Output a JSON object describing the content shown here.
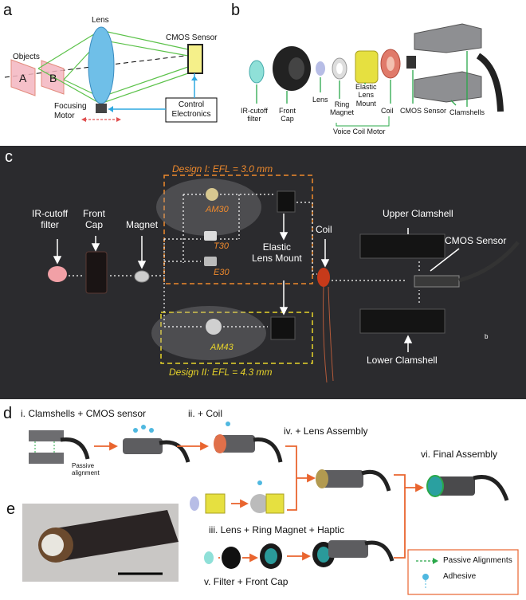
{
  "panels": {
    "a": "a",
    "b": "b",
    "c": "c",
    "d": "d",
    "e": "e"
  },
  "panel_a": {
    "objects": "Objects",
    "obj_a": "A",
    "obj_b": "B",
    "lens": "Lens",
    "sensor": "CMOS Sensor",
    "motor": "Focusing\nMotor",
    "control": "Control\nElectronics"
  },
  "panel_b": {
    "ir_filter": "IR-cutoff\nfilter",
    "front_cap": "Front\nCap",
    "lens": "Lens",
    "ring_magnet": "Ring\nMagnet",
    "elastic_mount": "Elastic\nLens\nMount",
    "coil": "Coil",
    "cmos": "CMOS Sensor",
    "clamshells": "Clamshells",
    "voice_coil_motor": "Voice Coil Motor"
  },
  "panel_c": {
    "ir_filter": "IR-cutoff\nfilter",
    "front_cap": "Front\nCap",
    "magnet": "Magnet",
    "design1": "Design I: EFL = 3.0 mm",
    "design2": "Design II: EFL = 4.3 mm",
    "am30": "AM30",
    "t30": "T30",
    "e30": "E30",
    "am43": "AM43",
    "elastic": "Elastic\nLens Mount",
    "coil": "Coil",
    "upper": "Upper Clamshell",
    "cmos": "CMOS Sensor",
    "lower": "Lower Clamshell",
    "b_mark": "b",
    "colors": {
      "design1": "#f08a2c",
      "design2": "#e8d42a",
      "photo_bg": "#2b2b2e"
    }
  },
  "panel_d": {
    "step1": "i. Clamshells + CMOS sensor",
    "step2": "ii. + Coil",
    "step3": "iii. Lens + Ring Magnet + Haptic",
    "step4": "iv. + Lens Assembly",
    "step5": "v. Filter + Front Cap",
    "step6": "vi. Final Assembly",
    "passive": "Passive\nalignment",
    "legend_passive": "Passive Alignments",
    "legend_adhesive": "Adhesive",
    "colors": {
      "arrow": "#e9652f",
      "alignment": "#2aa84a",
      "adhesive": "#4fb8e0"
    }
  }
}
